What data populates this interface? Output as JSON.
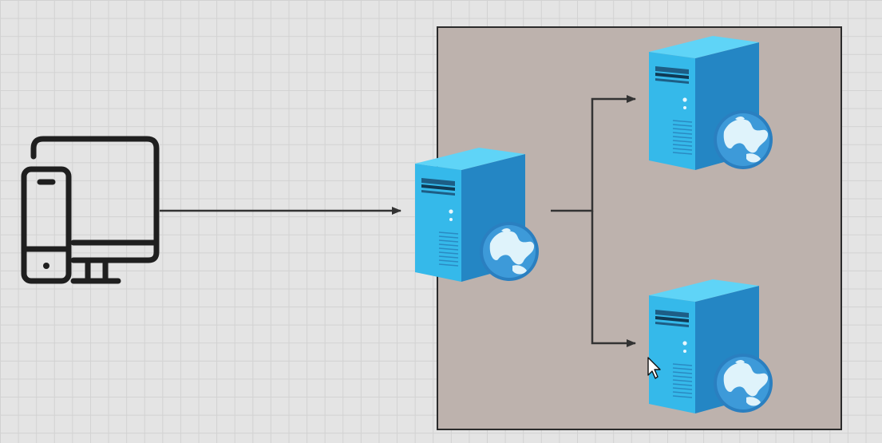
{
  "diagram": {
    "nodes": [
      {
        "id": "client-devices",
        "icon": "desktop-and-mobile-icon"
      },
      {
        "id": "entry-server",
        "icon": "web-server-icon"
      },
      {
        "id": "backend-server-1",
        "icon": "web-server-icon"
      },
      {
        "id": "backend-server-2",
        "icon": "web-server-icon"
      }
    ],
    "edges": [
      {
        "from": "client-devices",
        "to": "entry-server"
      },
      {
        "from": "entry-server",
        "to": "backend-server-1"
      },
      {
        "from": "entry-server",
        "to": "backend-server-2"
      }
    ],
    "colors": {
      "canvas_background": "#e4e4e4",
      "grid_line": "#d2d2d2",
      "group_fill": "#bdb2ad",
      "group_border": "#2b2b2b",
      "connector": "#333333",
      "server_front": "#35b9ea",
      "server_side": "#2486c4",
      "server_top": "#5fd4f7",
      "globe_ocean": "#3d9ad9",
      "globe_land": "#dff3fb"
    }
  }
}
